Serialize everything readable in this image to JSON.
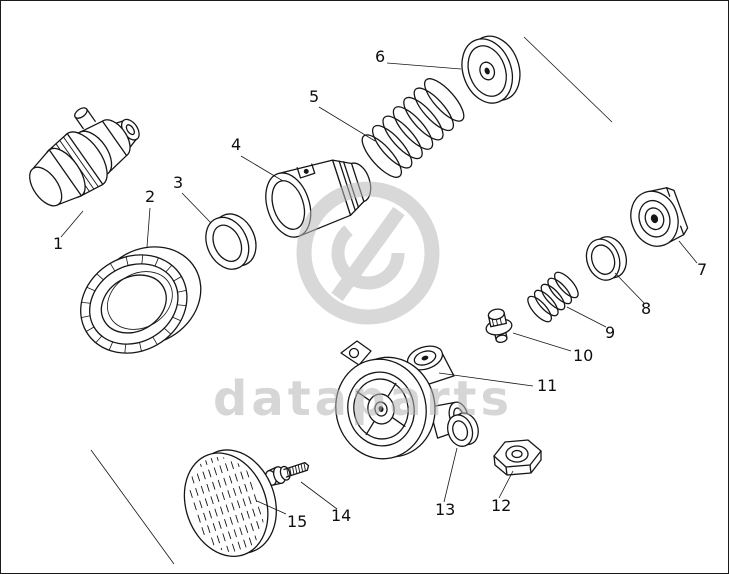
{
  "figure": {
    "kind": "exploded-parts-diagram",
    "watermark_text": "dataparts",
    "line_color": "#161616",
    "watermark_color": "#c9c9c9",
    "parts": [
      {
        "label": "1",
        "name": "cap-assembly"
      },
      {
        "label": "2",
        "name": "castellated-ring-nut"
      },
      {
        "label": "3",
        "name": "seal-ring"
      },
      {
        "label": "4",
        "name": "valve-piston"
      },
      {
        "label": "5",
        "name": "large-spring"
      },
      {
        "label": "6",
        "name": "diaphragm-disc"
      },
      {
        "label": "7",
        "name": "end-cap"
      },
      {
        "label": "8",
        "name": "seal-ring-small"
      },
      {
        "label": "9",
        "name": "small-spring"
      },
      {
        "label": "10",
        "name": "flanged-screw"
      },
      {
        "label": "11",
        "name": "valve-body"
      },
      {
        "label": "12",
        "name": "hex-plug"
      },
      {
        "label": "13",
        "name": "washer"
      },
      {
        "label": "14",
        "name": "screw"
      },
      {
        "label": "15",
        "name": "cover-disc"
      }
    ]
  }
}
